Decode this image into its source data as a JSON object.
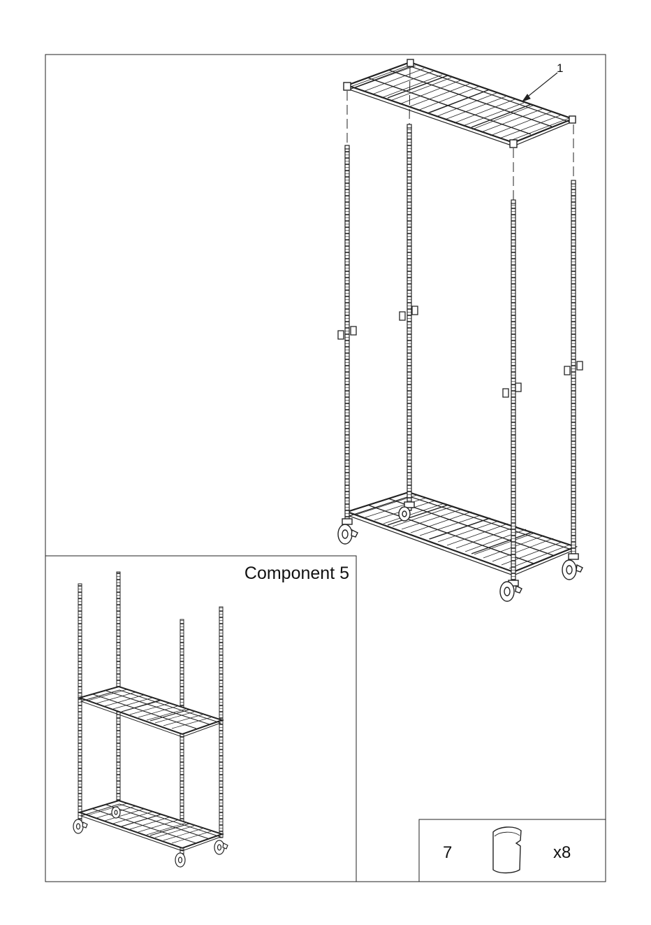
{
  "callout": {
    "number": "1"
  },
  "inset": {
    "label": "Component 5"
  },
  "parts": [
    {
      "number": "7",
      "quantity": "x8",
      "icon": "sleeve-clip-icon"
    }
  ],
  "colors": {
    "line": "#222222",
    "paper": "#ffffff"
  }
}
